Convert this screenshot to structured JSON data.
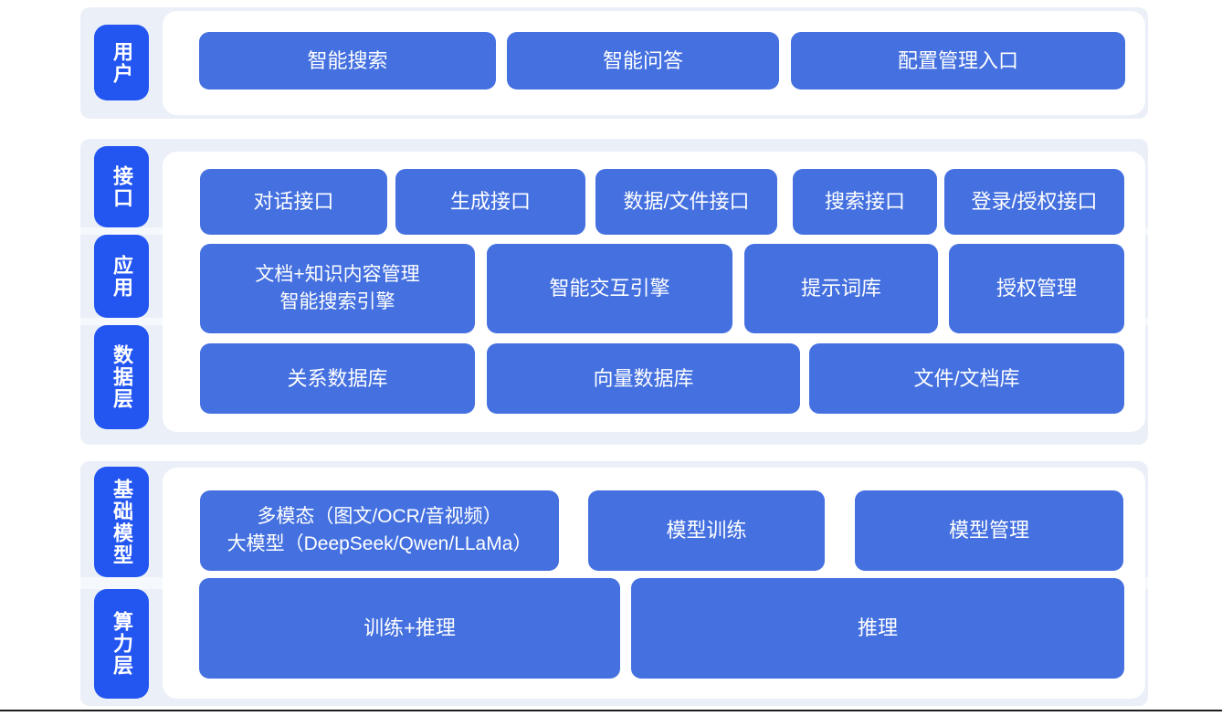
{
  "colors": {
    "page_bg": "#ffffff",
    "section_bg": "#EBF0F8",
    "panel_bg": "#ffffff",
    "pill_blue": "#2355F1",
    "box_blue": "#4470E0",
    "text_white": "#ffffff",
    "bottom_line": "#1d1d1f"
  },
  "sections": [
    {
      "pills": [
        "用户"
      ],
      "rows": [
        {
          "boxes": [
            {
              "label": "智能搜索"
            },
            {
              "label": "智能问答"
            },
            {
              "label": "配置管理入口"
            }
          ]
        }
      ]
    },
    {
      "pills": [
        "接口",
        "应用",
        "数据层"
      ],
      "rows": [
        {
          "boxes": [
            {
              "label": "对话接口"
            },
            {
              "label": "生成接口"
            },
            {
              "label": "数据/文件接口"
            },
            {
              "label": "搜索接口"
            },
            {
              "label": "登录/授权接口"
            }
          ]
        },
        {
          "boxes": [
            {
              "line1": "文档+知识内容管理",
              "line2": "智能搜索引擎"
            },
            {
              "label": "智能交互引擎"
            },
            {
              "label": "提示词库"
            },
            {
              "label": "授权管理"
            }
          ]
        },
        {
          "boxes": [
            {
              "label": "关系数据库"
            },
            {
              "label": "向量数据库"
            },
            {
              "label": "文件/文档库"
            }
          ]
        }
      ]
    },
    {
      "pills": [
        "基础模型",
        "算力层"
      ],
      "rows": [
        {
          "boxes": [
            {
              "line1": "多模态（图文/OCR/音视频）",
              "line2": "大模型（DeepSeek/Qwen/LLaMa）"
            },
            {
              "label": "模型训练"
            },
            {
              "label": "模型管理"
            }
          ]
        },
        {
          "boxes": [
            {
              "label": "训练+推理"
            },
            {
              "label": "推理"
            }
          ]
        }
      ]
    }
  ]
}
